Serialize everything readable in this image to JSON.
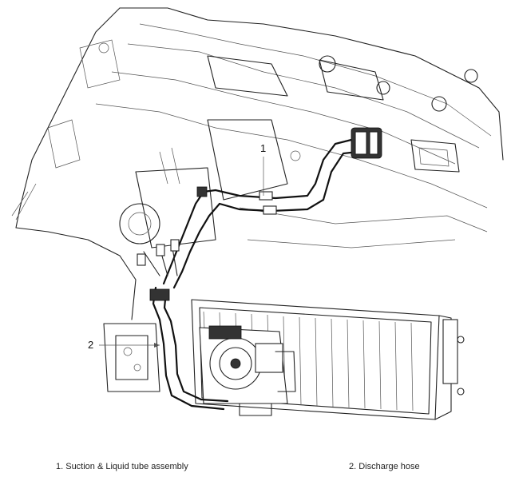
{
  "callouts": [
    {
      "id": "1",
      "label": "1"
    },
    {
      "id": "2",
      "label": "2"
    }
  ],
  "legend": [
    {
      "label": "1. Suction & Liquid tube assembly"
    },
    {
      "label": "2. Discharge hose"
    }
  ]
}
